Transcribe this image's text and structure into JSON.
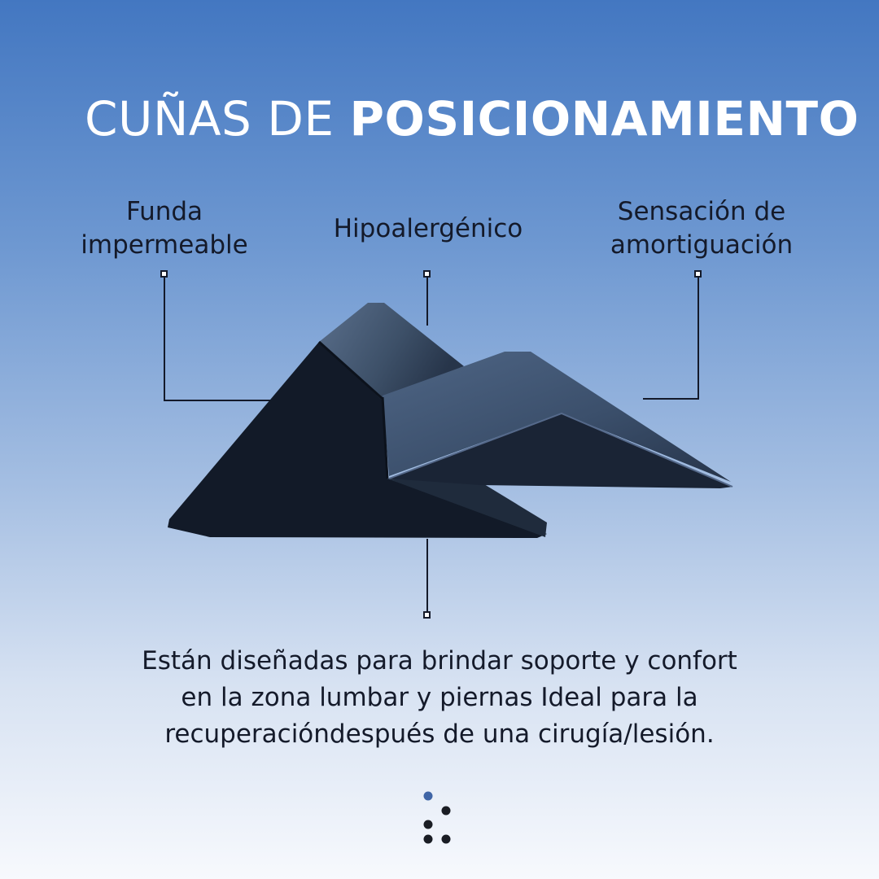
{
  "title": {
    "light": "CUÑAS DE ",
    "bold": "POSICIONAMIENTO"
  },
  "features": {
    "left": {
      "line1": "Funda",
      "line2": "impermeable"
    },
    "center": "Hipoalergénico",
    "right": {
      "line1": "Sensación de",
      "line2": "amortiguación"
    }
  },
  "description": {
    "line1": "Están diseñadas para brindar soporte y confort",
    "line2": "en la zona lumbar y piernas Ideal para la",
    "line3": "recuperacióndespués de una cirugía/lesión."
  },
  "colors": {
    "gradient_top": "#4377c1",
    "gradient_bottom": "#f7f9fd",
    "text_dark": "#141a2a",
    "cushion_fabric": "#1b2433",
    "accent_dot": "#3f65a6"
  },
  "icons": [
    "dot-cluster-icon"
  ]
}
